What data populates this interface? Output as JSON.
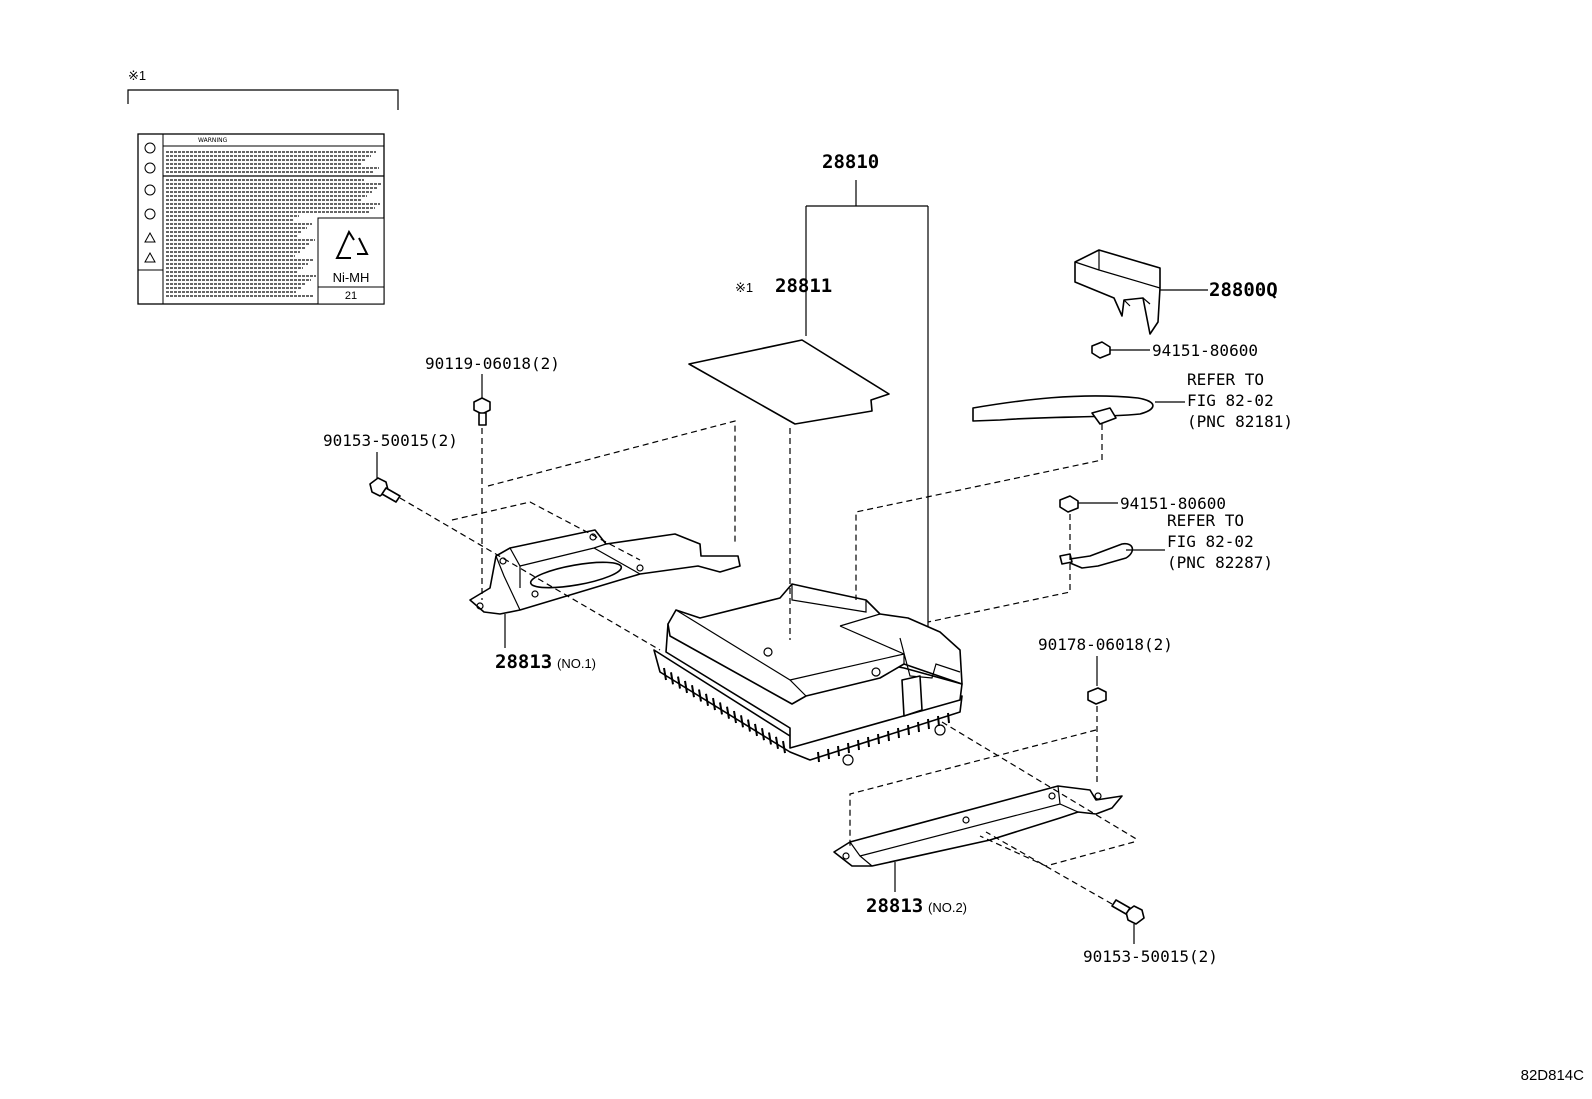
{
  "diagram_code": "82D814C",
  "label_note_marker": "※1",
  "label_sticker": {
    "warning_header": "WARNING",
    "recycle_text": "Ni-MH",
    "number": "21"
  },
  "parts": {
    "assembly": "28810",
    "label_marker": "※1",
    "label_part": "28811",
    "cover": "28800Q",
    "nut_1": "94151-80600",
    "ref_1": [
      "REFER TO",
      "FIG 82-02",
      "(PNC 82181)"
    ],
    "nut_2": "94151-80600",
    "ref_2": [
      "REFER TO",
      "FIG 82-02",
      "(PNC 82287)"
    ],
    "bolt_top": "90119-06018(2)",
    "bolt_left": "90153-50015(2)",
    "bracket_1_number": "28813",
    "bracket_1_suffix": "(NO.1)",
    "nut_right": "90178-06018(2)",
    "bracket_2_number": "28813",
    "bracket_2_suffix": "(NO.2)",
    "bolt_bottom": "90153-50015(2)"
  }
}
